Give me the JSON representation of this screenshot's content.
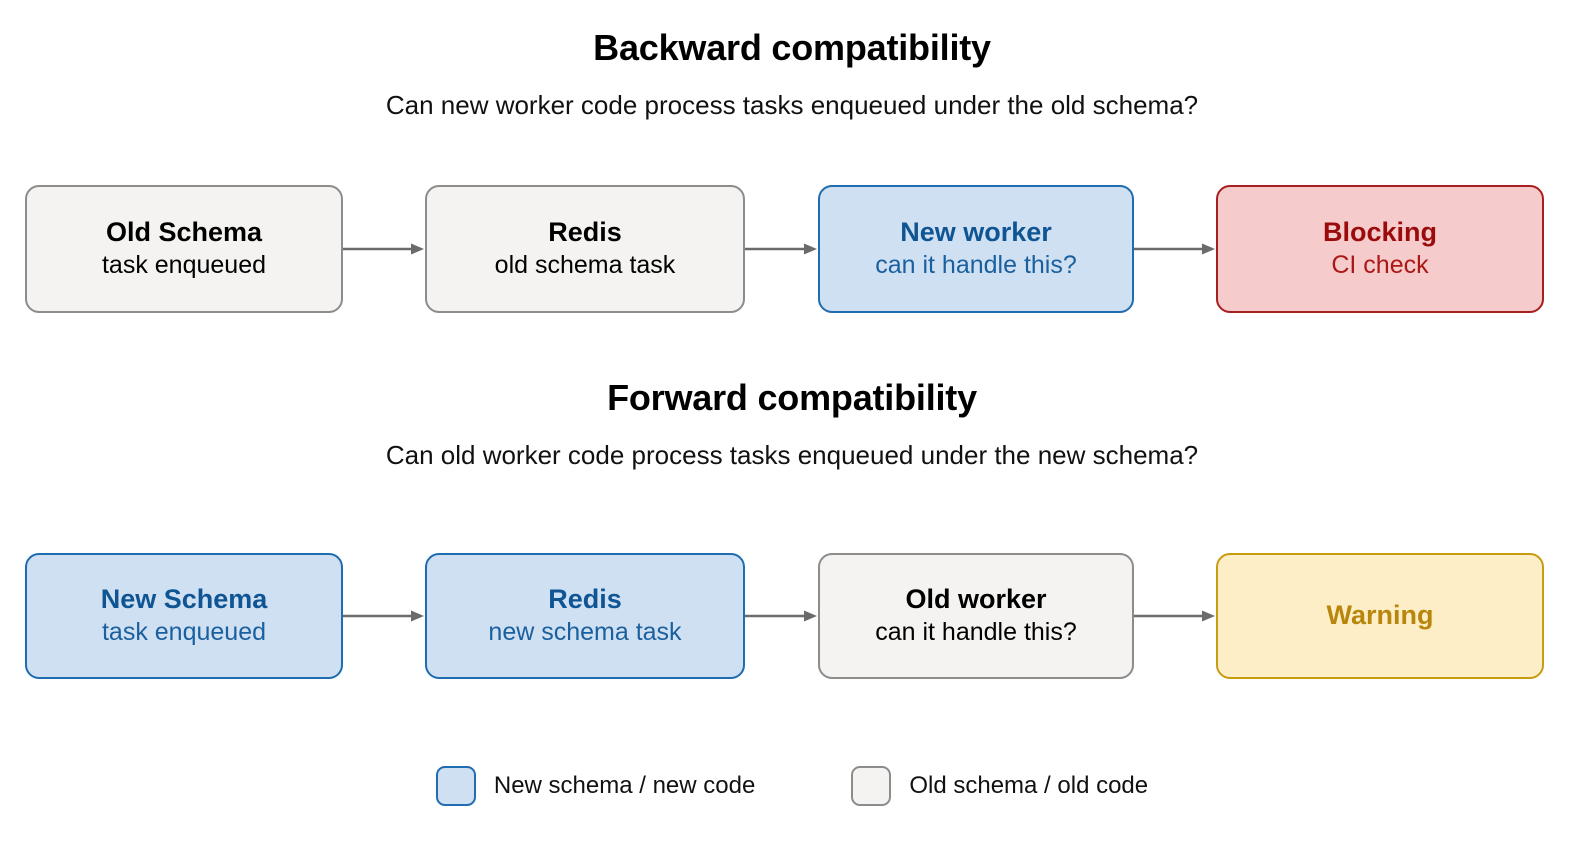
{
  "page": {
    "background": "#ffffff"
  },
  "colors": {
    "neutral_fill": "#f4f3f1",
    "neutral_border": "#8c8c8c",
    "neutral_text": "#000000",
    "blue_fill": "#cfe0f2",
    "blue_border": "#1f6cb0",
    "blue_text": "#0f5493",
    "red_fill": "#f6cbcb",
    "red_border": "#a81f1f",
    "red_text": "#9b0b0b",
    "yellow_fill": "#fdeec8",
    "yellow_border": "#c79b12",
    "yellow_text": "#b8860b",
    "arrow": "#6b6b6b"
  },
  "sections": [
    {
      "id": "backward",
      "title": "Backward compatibility",
      "subtitle": "Can new worker code process tasks enqueued under the old schema?",
      "nodes": [
        {
          "title": "Old Schema",
          "sub": "task enqueued",
          "variant": "neutral"
        },
        {
          "title": "Redis",
          "sub": "old schema task",
          "variant": "neutral"
        },
        {
          "title": "New worker",
          "sub": "can it handle this?",
          "variant": "blue"
        },
        {
          "title": "Blocking",
          "sub": "CI check",
          "variant": "red"
        }
      ]
    },
    {
      "id": "forward",
      "title": "Forward compatibility",
      "subtitle": "Can old worker code process tasks enqueued under the new schema?",
      "nodes": [
        {
          "title": "New Schema",
          "sub": "task enqueued",
          "variant": "blue"
        },
        {
          "title": "Redis",
          "sub": "new schema task",
          "variant": "blue"
        },
        {
          "title": "Old worker",
          "sub": "can it handle this?",
          "variant": "neutral"
        },
        {
          "title": "Warning",
          "sub": "",
          "variant": "yellow"
        }
      ]
    }
  ],
  "legend": {
    "items": [
      {
        "label": "New schema / new code",
        "variant": "blue"
      },
      {
        "label": "Old schema / old code",
        "variant": "neutral"
      }
    ]
  }
}
